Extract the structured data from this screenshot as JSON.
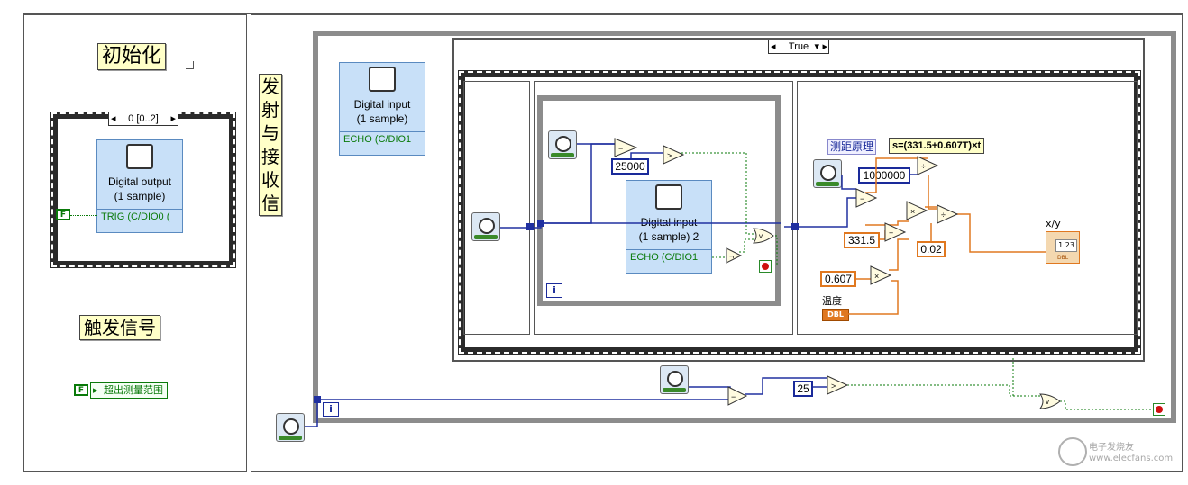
{
  "left_panel": {
    "init_label": "初始化",
    "sequence_selector": "0 [0..2]",
    "digital_output": {
      "title": "Digital output\n(1 sample)",
      "terminal": "TRIG (C/DIO0 ("
    },
    "trigger_label": "触发信号",
    "false_const": "F",
    "out_of_range_indicator": "超出测量范围"
  },
  "middle_label": {
    "chars": [
      "发",
      "射",
      "与",
      "接",
      "收",
      "信"
    ]
  },
  "main": {
    "case_selector": "True",
    "digital_input_1": {
      "title": "Digital input\n(1 sample)",
      "terminal": "ECHO (C/DIO1"
    },
    "digital_input_2": {
      "title": "Digital input\n(1 sample) 2",
      "terminal": "ECHO (C/DIO1"
    },
    "const_25000": "25000",
    "const_1000000": "1000000",
    "const_331_5": "331.5",
    "const_0_02": "0.02",
    "const_0_607": "0.607",
    "const_25": "25",
    "label_principle": "测距原理",
    "formula": "s=(331.5+0.607T)×t",
    "label_temp": "温度",
    "dbl_tag": "DBL",
    "xy_label": "x/y",
    "indicator_value": "1.23",
    "iteration_i": "i"
  },
  "watermark": "电子发烧友 www.elecfans.com",
  "colors": {
    "wire_blue": "#2030a0",
    "wire_orange": "#e07820",
    "wire_green": "#0a7a0a",
    "label_bg": "#ffffc8"
  }
}
